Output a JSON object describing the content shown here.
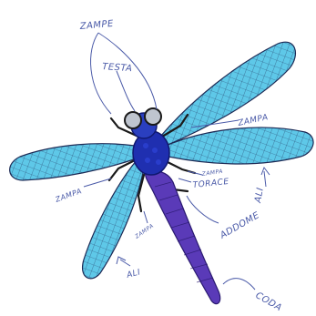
{
  "labels": {
    "zampe": "ZAMPE",
    "testa": "TESTA",
    "zampa_right_top": "ZAMPA",
    "zampa_right_mid": "ZAMPA",
    "torace": "TORACE",
    "ali_right": "ALI",
    "zampa_left": "ZAMPA",
    "zampa_center": "ZAMPA",
    "addome": "ADDOME",
    "ali_left": "ALI",
    "coda": "CODA"
  },
  "colors": {
    "wing_fill": "#5ec8e8",
    "wing_vein": "#1d2a55",
    "head": "#2a3fc0",
    "thorax": "#1f2fb0",
    "abdomen": "#5a3ab8",
    "annotation": "#4a5aa8",
    "legs": "#1a1a1a"
  }
}
